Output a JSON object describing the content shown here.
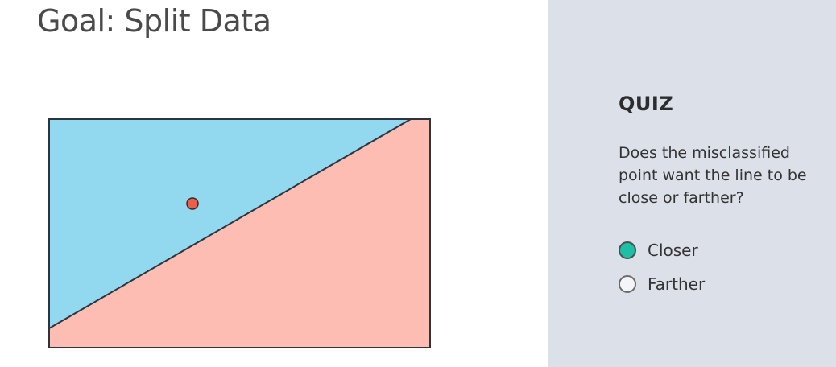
{
  "slide": {
    "title": "Goal: Split Data"
  },
  "colors": {
    "region_top": "#92d8ef",
    "region_bottom": "#fdbdb3",
    "point": "#e8604a",
    "accent_selected": "#1fbfa7",
    "panel_bg": "#dce0e9"
  },
  "quiz": {
    "heading": "QUIZ",
    "question": "Does the misclassified point want the line to be close or farther?",
    "options": [
      {
        "label": "Closer",
        "selected": true
      },
      {
        "label": "Farther",
        "selected": false
      }
    ]
  }
}
